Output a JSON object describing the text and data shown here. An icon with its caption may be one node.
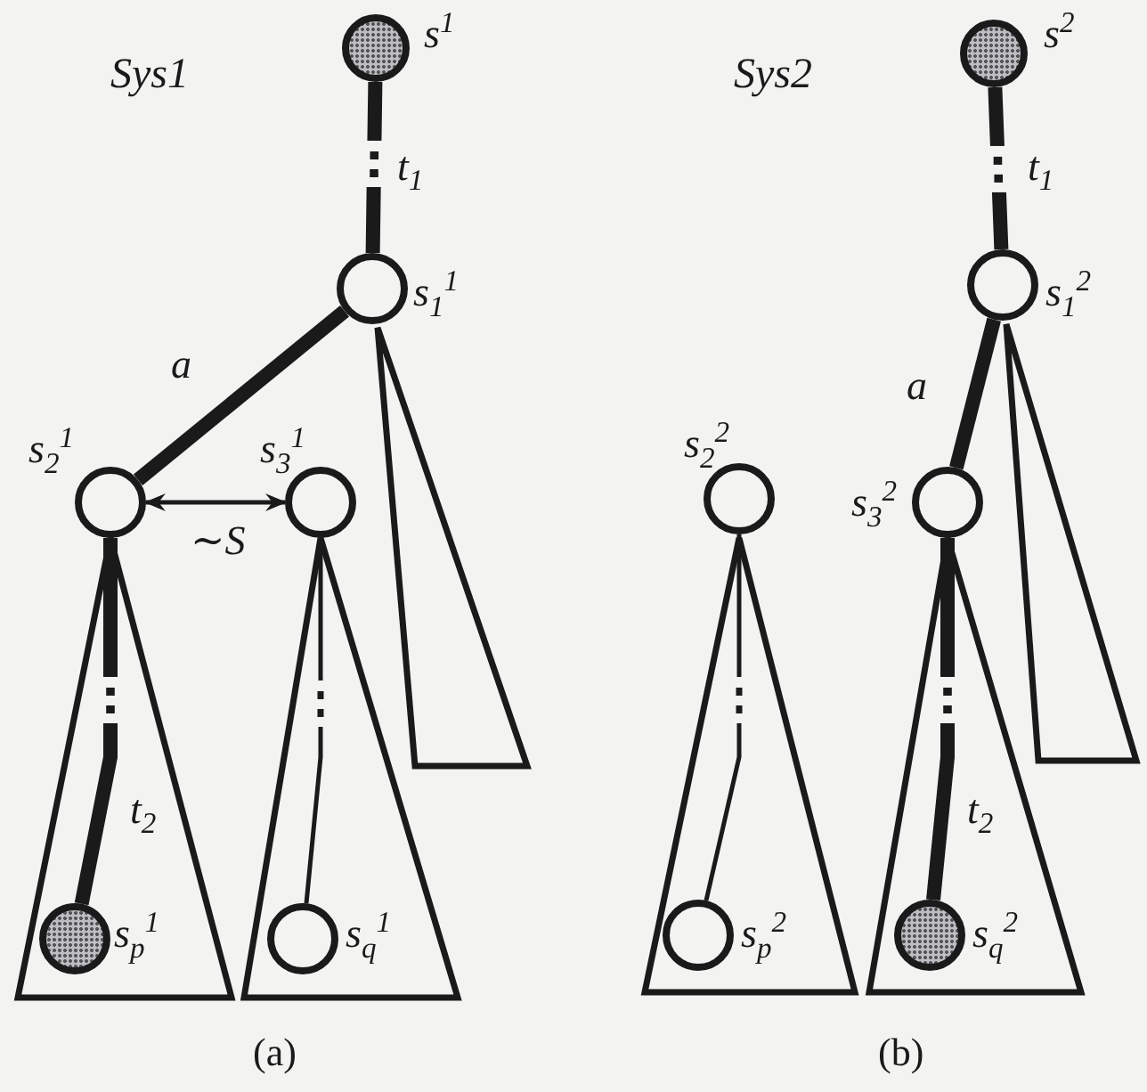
{
  "diagram": {
    "nodes": [
      {
        "text": [],
        "shape": "circle",
        "beside": [
          "s$^{1}$"
        ]
      },
      {
        "text": [],
        "shape": "circle",
        "beside": [
          "s$_{1}$$^{1}$"
        ]
      },
      {
        "text": [],
        "shape": "triangle"
      },
      {
        "text": [],
        "shape": "circle",
        "beside": [
          "s$_{2}$$^{1}$"
        ]
      },
      {
        "text": [],
        "shape": "circle",
        "beside": [
          "s$_{3}$$^{1}$"
        ]
      },
      {
        "text": [],
        "shape": "triangle"
      },
      {
        "text": [],
        "shape": "circle",
        "beside": [
          "s$_{p}$$^{1}$"
        ],
        "in": 5
      },
      {
        "text": [],
        "shape": "triangle"
      },
      {
        "text": [],
        "shape": "circle",
        "beside": [
          "s$_{q}$$^{1}$"
        ],
        "in": 7
      },
      {
        "text": [],
        "shape": "circle",
        "beside": [
          "s$^{2}$"
        ]
      },
      {
        "text": [],
        "shape": "circle",
        "beside": [
          "s$_{1}$$^{2}$"
        ]
      },
      {
        "text": [],
        "shape": "triangle"
      },
      {
        "text": [],
        "shape": "circle",
        "beside": [
          "s$_{2}$$^{2}$"
        ]
      },
      {
        "text": [],
        "shape": "circle",
        "beside": [
          "s$_{3}$$^{2}$"
        ]
      },
      {
        "text": [],
        "shape": "triangle"
      },
      {
        "text": [],
        "shape": "circle",
        "beside": [
          "s$_{p}$$^{2}$"
        ],
        "in": 14
      },
      {
        "text": [],
        "shape": "triangle"
      },
      {
        "text": [],
        "shape": "circle",
        "beside": [
          "s$_{q}$$^{2}$"
        ],
        "in": 16
      }
    ],
    "edges": [
      {
        "from": 0,
        "to": 1,
        "arrow": "none",
        "label": "t$_{1}$"
      },
      {
        "from": 1,
        "to": 3,
        "arrow": "none",
        "label": "a"
      },
      {
        "from": 3,
        "to": 4,
        "arrow": "both",
        "label": "∼S"
      },
      {
        "from": 3,
        "to": 6,
        "arrow": "none",
        "label": "t$_{2}$"
      },
      {
        "from": 4,
        "to": 8,
        "arrow": "none"
      },
      {
        "from": 9,
        "to": 10,
        "arrow": "none",
        "label": "t$_{1}$"
      },
      {
        "from": 10,
        "to": 13,
        "arrow": "none",
        "label": "a"
      },
      {
        "from": 12,
        "to": 15,
        "arrow": "none"
      },
      {
        "from": 13,
        "to": 17,
        "arrow": "none",
        "label": "t$_{2}$"
      }
    ],
    "labels": [
      "Sys1",
      "Sys2",
      "(a)",
      "(b)"
    ]
  }
}
